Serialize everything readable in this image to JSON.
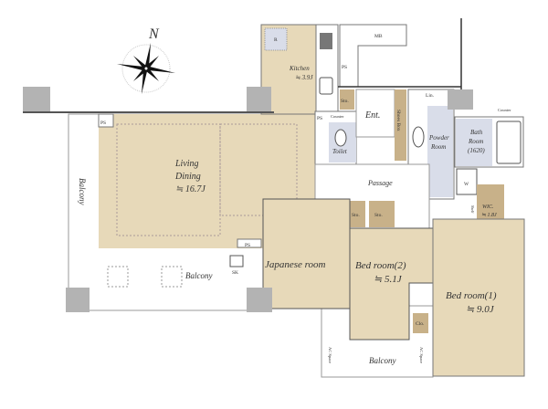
{
  "compass": {
    "north_label": "N"
  },
  "rooms": {
    "living": {
      "line1": "Living",
      "line2": "Dining",
      "area": "≒ 16.7J"
    },
    "kitchen": {
      "name": "Kitchen",
      "area": "≒ 3.9J"
    },
    "japanese": {
      "name": "Japanese room"
    },
    "bed2": {
      "name": "Bed room(2)",
      "area": "≒ 5.1J"
    },
    "bed1": {
      "name": "Bed room(1)",
      "area": "≒ 9.0J"
    },
    "entrance": {
      "name": "Ent."
    },
    "passage": {
      "name": "Passage"
    },
    "toilet": {
      "name": "Toilet"
    },
    "powder": {
      "line1": "Powder",
      "line2": "Room"
    },
    "bath": {
      "line1": "Bath",
      "line2": "Room",
      "line3": "(1620)"
    },
    "wic": {
      "name": "WIC.",
      "area": "≒ 1.8J"
    }
  },
  "labels": {
    "balcony": "Balcony",
    "ps": "PS",
    "mb": "MB",
    "r": "R",
    "sto": "Sto.",
    "shoes_box": "Shoes Box",
    "lin": "Lin.",
    "counter": "Counter",
    "w": "W",
    "shelf": "Shelf",
    "clo": "Clo.",
    "sk": "SK",
    "ac_space": "AC Space"
  },
  "colors": {
    "room": "#e7d9b9",
    "storage": "#c8b189",
    "wet": "#d9dde9",
    "column": "#b3b3b3"
  }
}
